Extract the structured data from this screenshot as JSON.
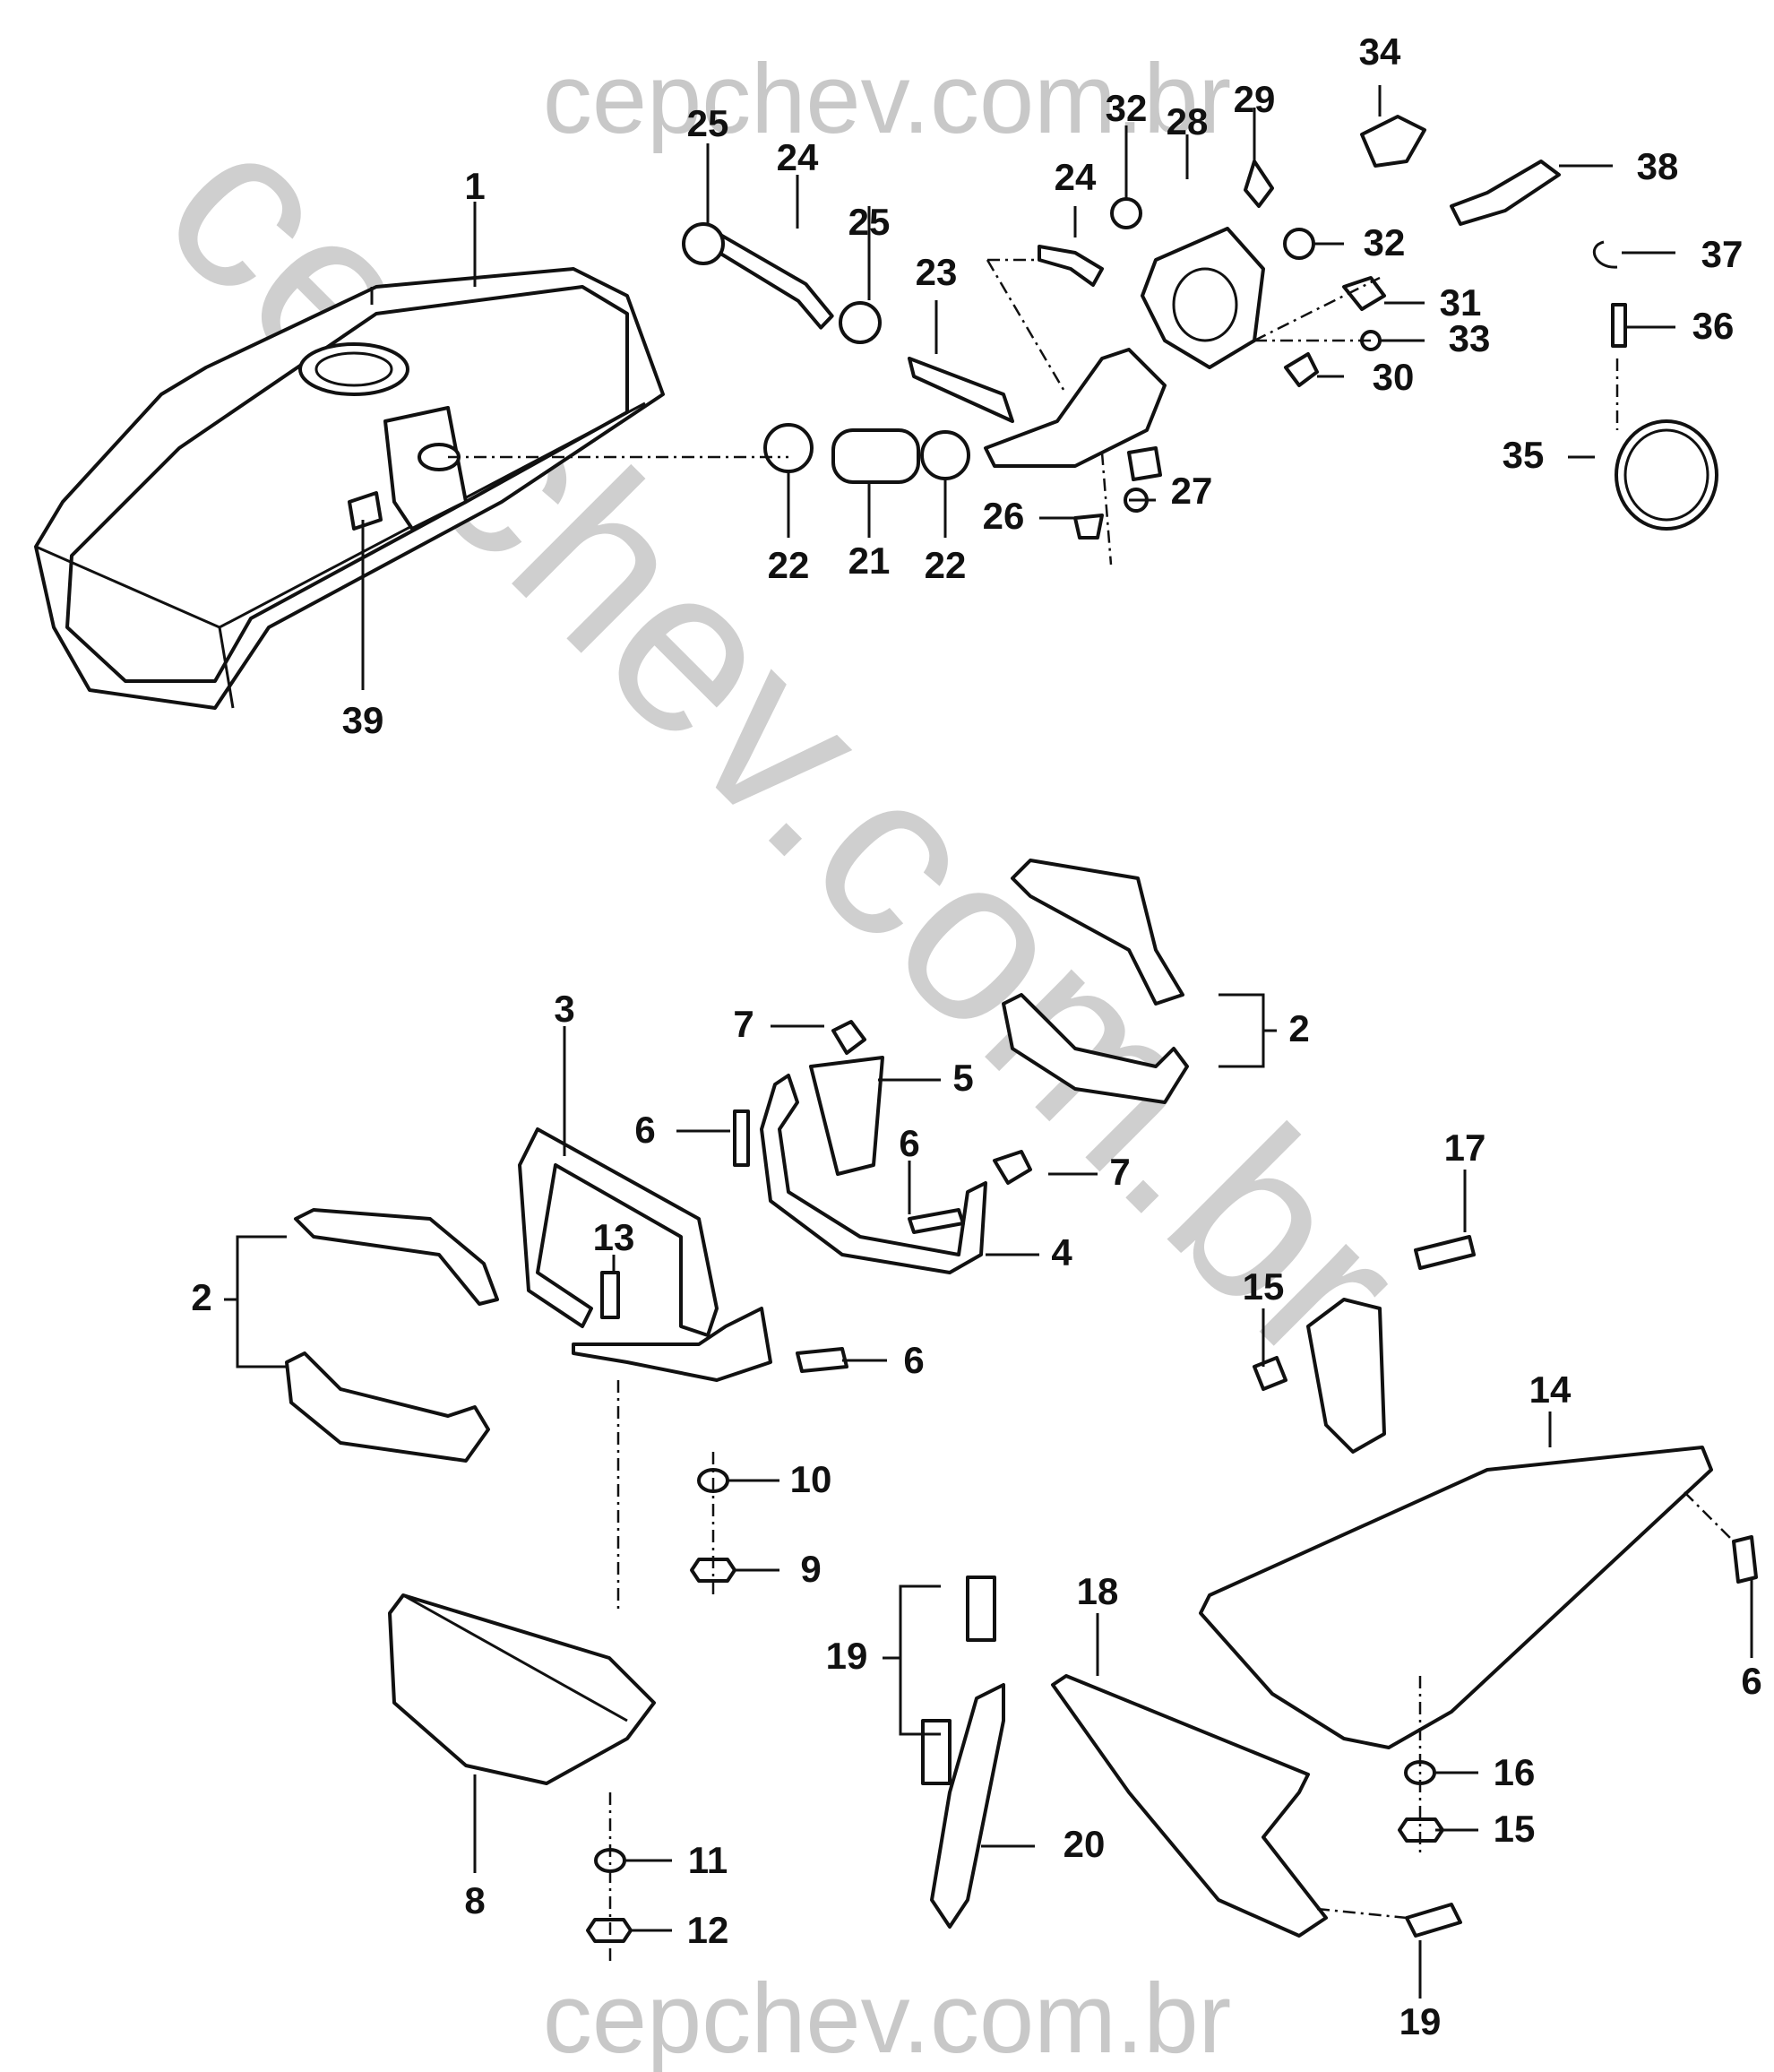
{
  "watermark": {
    "top": "cepchev.com.br",
    "bottom": "cepchev.com.br",
    "diagonal": "cepchev.com.br"
  },
  "callouts": [
    "1",
    "2",
    "2",
    "3",
    "4",
    "5",
    "6",
    "6",
    "6",
    "6",
    "7",
    "7",
    "8",
    "9",
    "10",
    "11",
    "12",
    "13",
    "14",
    "15",
    "15",
    "16",
    "17",
    "18",
    "19",
    "19",
    "20",
    "21",
    "22",
    "22",
    "23",
    "24",
    "24",
    "25",
    "25",
    "26",
    "27",
    "28",
    "29",
    "30",
    "31",
    "32",
    "32",
    "33",
    "34",
    "35",
    "36",
    "37",
    "38",
    "39"
  ]
}
